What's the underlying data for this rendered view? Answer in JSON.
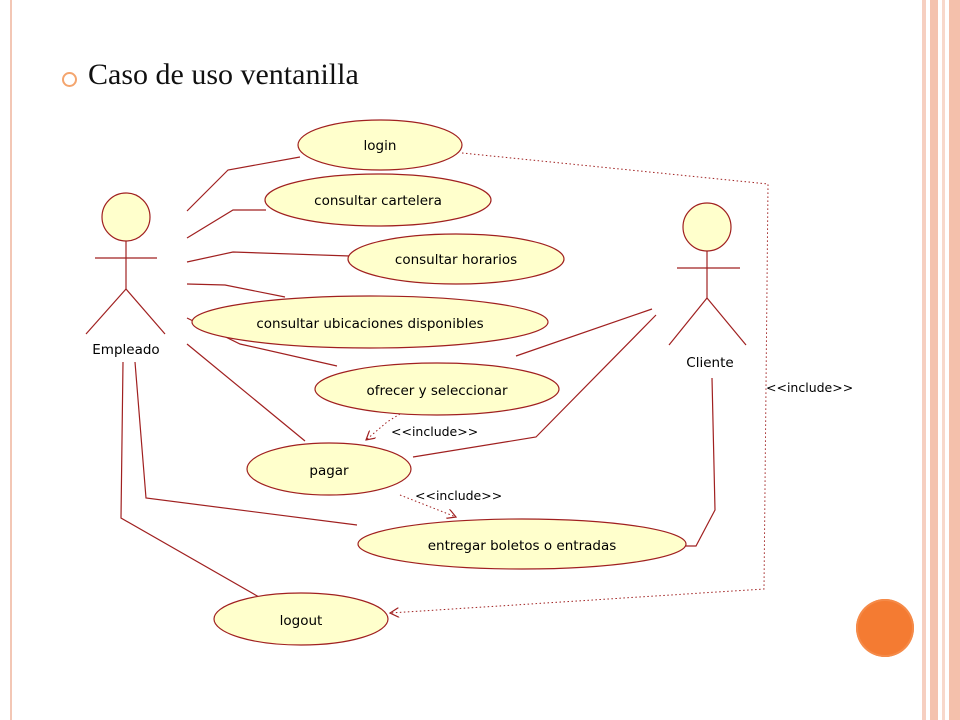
{
  "slide": {
    "title": "Caso de uso ventanilla"
  },
  "actors": {
    "empleado": "Empleado",
    "cliente": "Cliente"
  },
  "use_cases": {
    "login": "login",
    "consultar_cartelera": "consultar cartelera",
    "consultar_horarios": "consultar horarios",
    "consultar_ubicaciones": "consultar ubicaciones disponibles",
    "ofrecer_seleccionar": "ofrecer y seleccionar",
    "pagar": "pagar",
    "entregar_boletos": "entregar boletos o entradas",
    "logout": "logout"
  },
  "relationships": {
    "include_1": "<<include>>",
    "include_2": "<<include>>",
    "include_3": "<<include>>"
  },
  "colors": {
    "use_case_fill": "#ffffcc",
    "line": "#a02020",
    "accent_orange": "#f47b32",
    "frame_pink": "#f3c7b5"
  }
}
